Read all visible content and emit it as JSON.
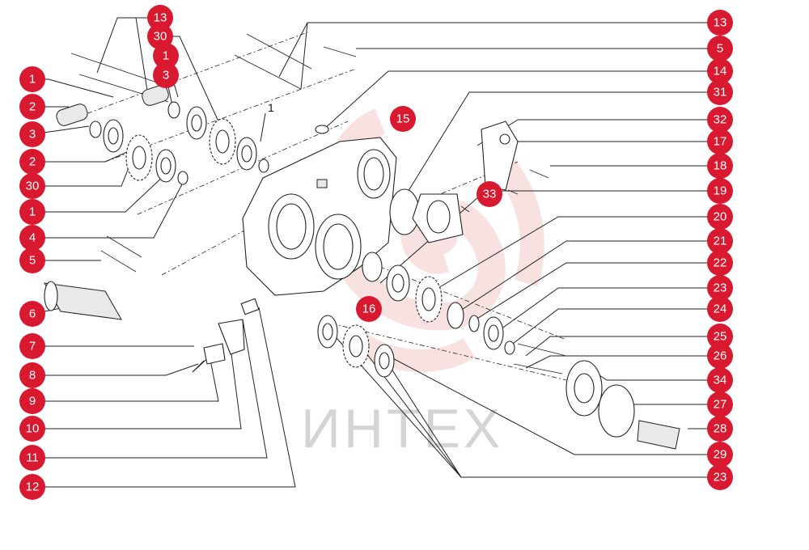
{
  "watermark": {
    "text": "ИНТЕХ",
    "logo_color": "#f4c9c9"
  },
  "colors": {
    "callout": "#d8192f",
    "callout_text": "#ffffff",
    "line": "#222222"
  },
  "callouts_left": [
    "13",
    "30",
    "1",
    "3",
    "1",
    "2",
    "3",
    "2",
    "30",
    "1",
    "4",
    "5",
    "6",
    "7",
    "8",
    "9",
    "10",
    "11",
    "12"
  ],
  "callouts_right": [
    "13",
    "5",
    "14",
    "31",
    "32",
    "17",
    "18",
    "19",
    "20",
    "21",
    "22",
    "23",
    "24",
    "25",
    "26",
    "34",
    "27",
    "28",
    "29",
    "23"
  ],
  "callouts_inner": [
    "15",
    "33",
    "16"
  ],
  "plain_labels": [
    "1"
  ]
}
